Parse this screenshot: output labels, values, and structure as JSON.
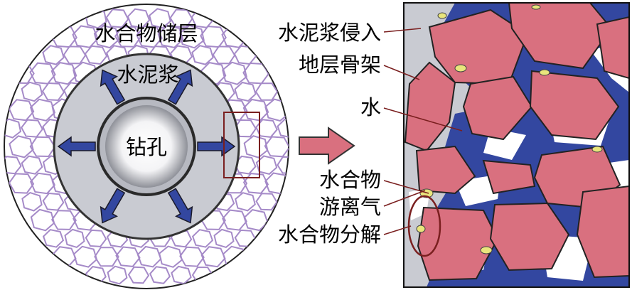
{
  "left_diagram": {
    "hydrate_reservoir_label": "水合物储层",
    "cement_slurry_label": "水泥浆",
    "borehole_label": "钻孔"
  },
  "right_diagram": {
    "labels": {
      "cement_intrusion": "水泥浆侵入",
      "formation_skeleton": "地层骨架",
      "water": "水",
      "hydrate": "水合物",
      "free_gas": "游离气",
      "hydrate_decomposition": "水合物分解"
    }
  },
  "colors": {
    "rock": "#d9707f",
    "water": "#3347a0",
    "cement": "#c9cbd2",
    "gas": "#e9e57c",
    "hydrate_cell": "#a58ac8",
    "leader": "#7a1f1f"
  }
}
